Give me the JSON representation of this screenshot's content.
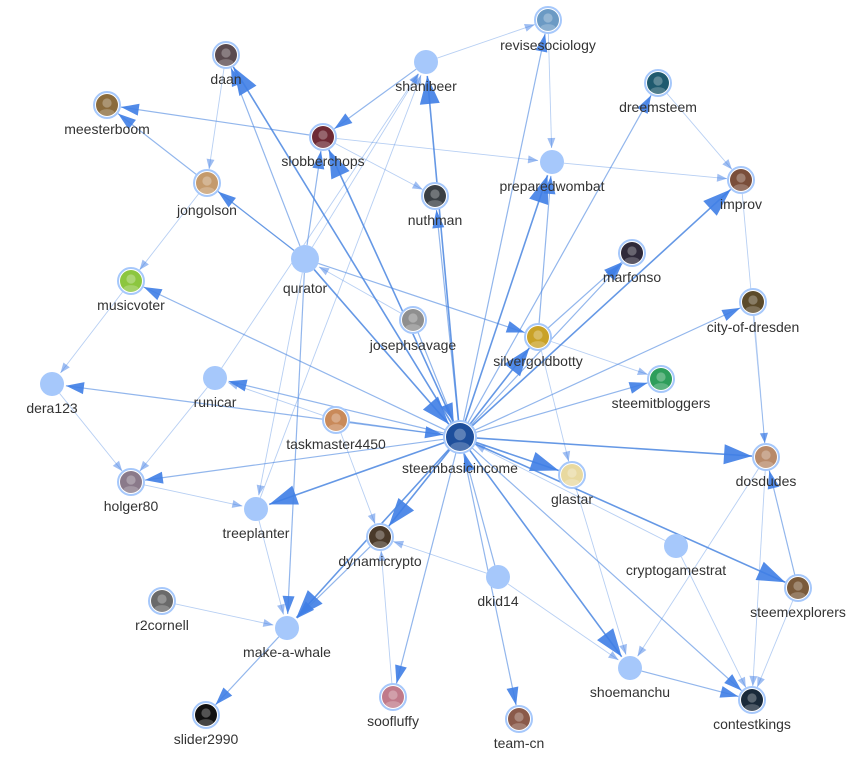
{
  "graph": {
    "center": "steembasicincome",
    "edge_color": "#4a86e0",
    "node_color": "#a6c8fb",
    "nodes": [
      {
        "id": "revisesociology",
        "label": "revisesociology",
        "avatar": true,
        "tone": "#6b9ac4"
      },
      {
        "id": "shanibeer",
        "label": "shanibeer",
        "avatar": false
      },
      {
        "id": "daan",
        "label": "daan",
        "avatar": true,
        "tone": "#5a4a4f"
      },
      {
        "id": "dreemsteem",
        "label": "dreemsteem",
        "avatar": true,
        "tone": "#1f5a6e"
      },
      {
        "id": "meesterboom",
        "label": "meesterboom",
        "avatar": true,
        "tone": "#8a6b3c"
      },
      {
        "id": "slobberchops",
        "label": "slobberchops",
        "avatar": true,
        "tone": "#6e2a35"
      },
      {
        "id": "preparedwombat",
        "label": "preparedwombat",
        "avatar": false
      },
      {
        "id": "jongolson",
        "label": "jongolson",
        "avatar": true,
        "tone": "#c49a6c"
      },
      {
        "id": "nuthman",
        "label": "nuthman",
        "avatar": true,
        "tone": "#3a3f44"
      },
      {
        "id": "improv",
        "label": "improv",
        "avatar": true,
        "tone": "#7a4e3a"
      },
      {
        "id": "qurator",
        "label": "qurator",
        "avatar": false
      },
      {
        "id": "marfonso",
        "label": "marfonso",
        "avatar": true,
        "tone": "#2f2a3a"
      },
      {
        "id": "musicvoter",
        "label": "musicvoter",
        "avatar": true,
        "tone": "#8cc63f"
      },
      {
        "id": "city-of-dresden",
        "label": "city-of-dresden",
        "avatar": true,
        "tone": "#5b4a2a"
      },
      {
        "id": "josephsavage",
        "label": "josephsavage",
        "avatar": true,
        "tone": "#8f8f8f"
      },
      {
        "id": "silvergoldbotty",
        "label": "silvergoldbotty",
        "avatar": true,
        "tone": "#c9a227"
      },
      {
        "id": "dera123",
        "label": "dera123",
        "avatar": false
      },
      {
        "id": "runicar",
        "label": "runicar",
        "avatar": false
      },
      {
        "id": "steemitbloggers",
        "label": "steemitbloggers",
        "avatar": true,
        "tone": "#2e9e5b"
      },
      {
        "id": "taskmaster4450",
        "label": "taskmaster4450",
        "avatar": true,
        "tone": "#c98a5a"
      },
      {
        "id": "steembasicincome",
        "label": "steembasicincome",
        "avatar": true,
        "tone": "#1e4f9c"
      },
      {
        "id": "dosdudes",
        "label": "dosdudes",
        "avatar": true,
        "tone": "#b88a6a"
      },
      {
        "id": "holger80",
        "label": "holger80",
        "avatar": true,
        "tone": "#8a7a8a"
      },
      {
        "id": "glastar",
        "label": "glastar",
        "avatar": true,
        "tone": "#e8d9a0"
      },
      {
        "id": "treeplanter",
        "label": "treeplanter",
        "avatar": false
      },
      {
        "id": "dynamicrypto",
        "label": "dynamicrypto",
        "avatar": true,
        "tone": "#4a3a2a"
      },
      {
        "id": "cryptogamestrat",
        "label": "cryptogamestrat",
        "avatar": false
      },
      {
        "id": "dkid14",
        "label": "dkid14",
        "avatar": false
      },
      {
        "id": "steemexplorers",
        "label": "steemexplorers",
        "avatar": true,
        "tone": "#7a5a3a"
      },
      {
        "id": "r2cornell",
        "label": "r2cornell",
        "avatar": true,
        "tone": "#6a6a6a"
      },
      {
        "id": "make-a-whale",
        "label": "make-a-whale",
        "avatar": false
      },
      {
        "id": "shoemanchu",
        "label": "shoemanchu",
        "avatar": false
      },
      {
        "id": "slider2990",
        "label": "slider2990",
        "avatar": true,
        "tone": "#111111"
      },
      {
        "id": "soofluffy",
        "label": "soofluffy",
        "avatar": true,
        "tone": "#c07a8a"
      },
      {
        "id": "team-cn",
        "label": "team-cn",
        "avatar": true,
        "tone": "#8a5a4a"
      },
      {
        "id": "contestkings",
        "label": "contestkings",
        "avatar": true,
        "tone": "#1a2a3a"
      }
    ],
    "edges": [
      {
        "from": "steembasicincome",
        "to": "shanibeer",
        "w": 3
      },
      {
        "from": "steembasicincome",
        "to": "revisesociology",
        "w": 2
      },
      {
        "from": "steembasicincome",
        "to": "daan",
        "w": 3
      },
      {
        "from": "steembasicincome",
        "to": "dreemsteem",
        "w": 2
      },
      {
        "from": "steembasicincome",
        "to": "slobberchops",
        "w": 3
      },
      {
        "from": "steembasicincome",
        "to": "preparedwombat",
        "w": 3
      },
      {
        "from": "steembasicincome",
        "to": "nuthman",
        "w": 2
      },
      {
        "from": "steembasicincome",
        "to": "improv",
        "w": 3
      },
      {
        "from": "steembasicincome",
        "to": "marfonso",
        "w": 2
      },
      {
        "from": "steembasicincome",
        "to": "musicvoter",
        "w": 2
      },
      {
        "from": "steembasicincome",
        "to": "city-of-dresden",
        "w": 2
      },
      {
        "from": "steembasicincome",
        "to": "silvergoldbotty",
        "w": 3
      },
      {
        "from": "steembasicincome",
        "to": "steemitbloggers",
        "w": 2
      },
      {
        "from": "steembasicincome",
        "to": "runicar",
        "w": 2
      },
      {
        "from": "steembasicincome",
        "to": "dosdudes",
        "w": 3
      },
      {
        "from": "steembasicincome",
        "to": "holger80",
        "w": 2
      },
      {
        "from": "steembasicincome",
        "to": "glastar",
        "w": 3
      },
      {
        "from": "steembasicincome",
        "to": "treeplanter",
        "w": 3
      },
      {
        "from": "steembasicincome",
        "to": "dynamicrypto",
        "w": 3
      },
      {
        "from": "steembasicincome",
        "to": "steemexplorers",
        "w": 3
      },
      {
        "from": "steembasicincome",
        "to": "shoemanchu",
        "w": 3
      },
      {
        "from": "steembasicincome",
        "to": "soofluffy",
        "w": 2
      },
      {
        "from": "steembasicincome",
        "to": "team-cn",
        "w": 2
      },
      {
        "from": "steembasicincome",
        "to": "contestkings",
        "w": 2
      },
      {
        "from": "steembasicincome",
        "to": "make-a-whale",
        "w": 3
      },
      {
        "from": "steembasicincome",
        "to": "dera123",
        "w": 2
      },
      {
        "from": "qurator",
        "to": "steembasicincome",
        "w": 3
      },
      {
        "from": "josephsavage",
        "to": "steembasicincome",
        "w": 2
      },
      {
        "from": "taskmaster4450",
        "to": "steembasicincome",
        "w": 2
      },
      {
        "from": "dkid14",
        "to": "steembasicincome",
        "w": 2
      },
      {
        "from": "cryptogamestrat",
        "to": "steembasicincome",
        "w": 1
      },
      {
        "from": "qurator",
        "to": "daan",
        "w": 2
      },
      {
        "from": "qurator",
        "to": "jongolson",
        "w": 2
      },
      {
        "from": "qurator",
        "to": "meesterboom",
        "w": 2
      },
      {
        "from": "qurator",
        "to": "slobberchops",
        "w": 2
      },
      {
        "from": "qurator",
        "to": "shanibeer",
        "w": 1
      },
      {
        "from": "qurator",
        "to": "make-a-whale",
        "w": 2
      },
      {
        "from": "qurator",
        "to": "treeplanter",
        "w": 1
      },
      {
        "from": "qurator",
        "to": "silvergoldbotty",
        "w": 2
      },
      {
        "from": "slobberchops",
        "to": "meesterboom",
        "w": 2
      },
      {
        "from": "slobberchops",
        "to": "preparedwombat",
        "w": 1
      },
      {
        "from": "slobberchops",
        "to": "nuthman",
        "w": 1
      },
      {
        "from": "shanibeer",
        "to": "revisesociology",
        "w": 1
      },
      {
        "from": "shanibeer",
        "to": "slobberchops",
        "w": 2
      },
      {
        "from": "preparedwombat",
        "to": "improv",
        "w": 1
      },
      {
        "from": "revisesociology",
        "to": "preparedwombat",
        "w": 1
      },
      {
        "from": "silvergoldbotty",
        "to": "marfonso",
        "w": 2
      },
      {
        "from": "silvergoldbotty",
        "to": "preparedwombat",
        "w": 2
      },
      {
        "from": "silvergoldbotty",
        "to": "glastar",
        "w": 1
      },
      {
        "from": "silvergoldbotty",
        "to": "steemitbloggers",
        "w": 1
      },
      {
        "from": "taskmaster4450",
        "to": "runicar",
        "w": 1
      },
      {
        "from": "taskmaster4450",
        "to": "dynamicrypto",
        "w": 1
      },
      {
        "from": "runicar",
        "to": "holger80",
        "w": 1
      },
      {
        "from": "dera123",
        "to": "holger80",
        "w": 1
      },
      {
        "from": "musicvoter",
        "to": "dera123",
        "w": 1
      },
      {
        "from": "treeplanter",
        "to": "make-a-whale",
        "w": 1
      },
      {
        "from": "make-a-whale",
        "to": "slider2990",
        "w": 2
      },
      {
        "from": "r2cornell",
        "to": "make-a-whale",
        "w": 1
      },
      {
        "from": "dynamicrypto",
        "to": "make-a-whale",
        "w": 2
      },
      {
        "from": "dkid14",
        "to": "shoemanchu",
        "w": 1
      },
      {
        "from": "dkid14",
        "to": "dynamicrypto",
        "w": 1
      },
      {
        "from": "shoemanchu",
        "to": "contestkings",
        "w": 2
      },
      {
        "from": "dosdudes",
        "to": "contestkings",
        "w": 1
      },
      {
        "from": "dosdudes",
        "to": "shoemanchu",
        "w": 1
      },
      {
        "from": "steemexplorers",
        "to": "dosdudes",
        "w": 2
      },
      {
        "from": "steemexplorers",
        "to": "contestkings",
        "w": 1
      },
      {
        "from": "glastar",
        "to": "shoemanchu",
        "w": 1
      },
      {
        "from": "cryptogamestrat",
        "to": "contestkings",
        "w": 1
      },
      {
        "from": "city-of-dresden",
        "to": "dosdudes",
        "w": 1
      },
      {
        "from": "improv",
        "to": "dosdudes",
        "w": 1
      },
      {
        "from": "dreemsteem",
        "to": "improv",
        "w": 1
      },
      {
        "from": "josephsavage",
        "to": "qurator",
        "w": 1
      },
      {
        "from": "jongolson",
        "to": "musicvoter",
        "w": 1
      },
      {
        "from": "daan",
        "to": "jongolson",
        "w": 1
      },
      {
        "from": "holger80",
        "to": "treeplanter",
        "w": 1
      },
      {
        "from": "soofluffy",
        "to": "dynamicrypto",
        "w": 1
      },
      {
        "from": "runicar",
        "to": "shanibeer",
        "w": 1
      },
      {
        "from": "treeplanter",
        "to": "shanibeer",
        "w": 1
      }
    ]
  }
}
